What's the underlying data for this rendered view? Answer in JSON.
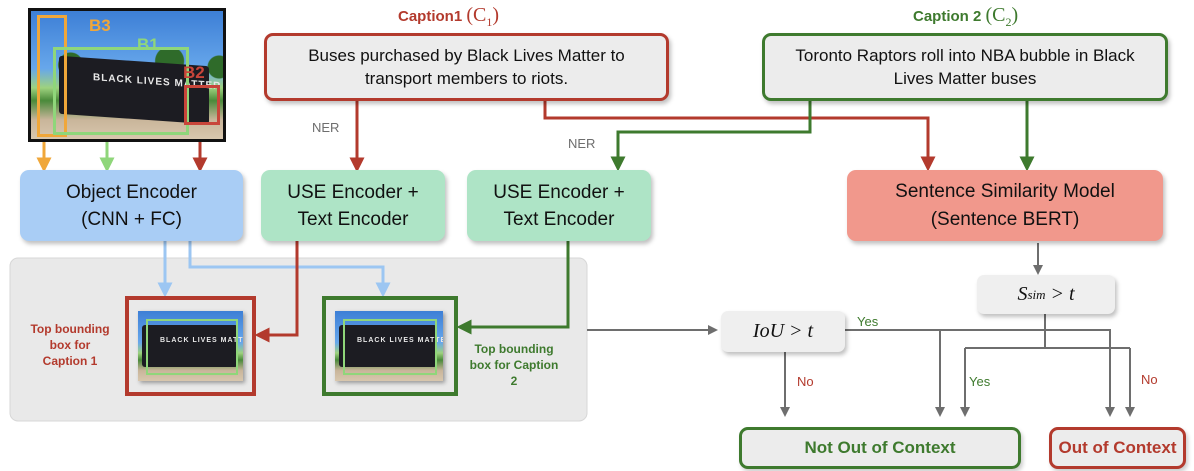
{
  "colors": {
    "red": "#b33a2d",
    "green": "#3e7a2e",
    "light_green": "#7ed06a",
    "orange": "#f0a73a",
    "light_blue": "#a9cdf5",
    "gray": "#6e6e6e"
  },
  "image_boxes": {
    "b1": "B1",
    "b2": "B2",
    "b3": "B3",
    "bus_text": "BLACK LIVES MATTER"
  },
  "caption1": {
    "title": "Caption1",
    "symbol": "(C",
    "sub": "1",
    "close": ")",
    "text": "Buses purchased by Black Lives Matter to transport members to riots."
  },
  "caption2": {
    "title": "Caption 2",
    "symbol": "(C",
    "sub": "2",
    "close": ")",
    "text": "Toronto Raptors roll into NBA bubble in Black Lives Matter buses"
  },
  "labels": {
    "ner1": "NER",
    "ner2": "NER",
    "yes1": "Yes",
    "yes2": "Yes",
    "no1": "No",
    "no2": "No"
  },
  "nodes": {
    "object_encoder": {
      "line1": "Object Encoder",
      "line2": "(CNN + FC)"
    },
    "use_encoder_1": {
      "line1": "USE Encoder +",
      "line2": "Text Encoder"
    },
    "use_encoder_2": {
      "line1": "USE Encoder +",
      "line2": "Text Encoder"
    },
    "similarity": {
      "line1": "Sentence Similarity Model",
      "line2": "(Sentence BERT)"
    }
  },
  "conditions": {
    "iou": {
      "main": "IoU",
      "rel": "> t"
    },
    "ssim": {
      "main": "S",
      "sub": "sim",
      "rel": "> t"
    }
  },
  "bbox_labels": {
    "caption1": "Top bounding box for Caption 1",
    "caption2": "Top bounding box for Caption 2"
  },
  "outcomes": {
    "not_ooc": "Not Out of Context",
    "ooc": "Out of Context"
  }
}
